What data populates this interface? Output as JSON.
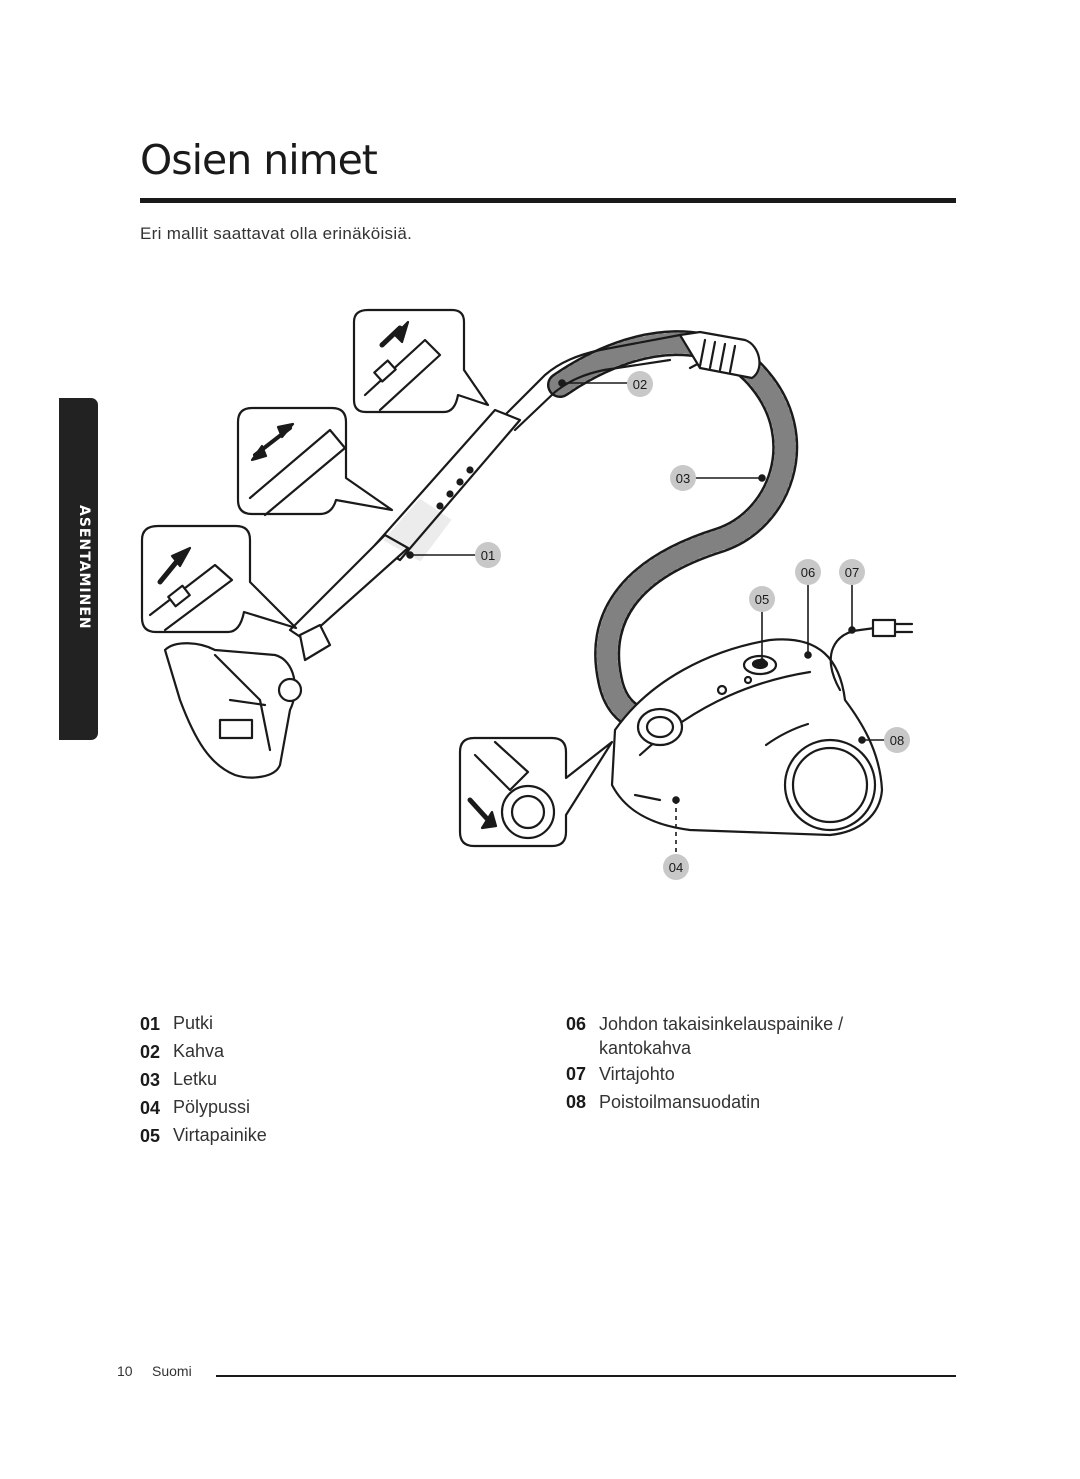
{
  "title": "Osien nimet",
  "subtitle": "Eri mallit saattavat olla erinäköisiä.",
  "side_tab": "ASENTAMINEN",
  "callouts": {
    "c01": "01",
    "c02": "02",
    "c03": "03",
    "c04": "04",
    "c05": "05",
    "c06": "06",
    "c07": "07",
    "c08": "08"
  },
  "legend_left": [
    {
      "num": "01",
      "text": "Putki"
    },
    {
      "num": "02",
      "text": "Kahva"
    },
    {
      "num": "03",
      "text": "Letku"
    },
    {
      "num": "04",
      "text": "Pölypussi"
    },
    {
      "num": "05",
      "text": "Virtapainike"
    }
  ],
  "legend_right": [
    {
      "num": "06",
      "text": "Johdon takaisinkelauspainike / kantokahva"
    },
    {
      "num": "07",
      "text": "Virtajohto"
    },
    {
      "num": "08",
      "text": "Poistoilmansuodatin"
    }
  ],
  "footer": {
    "page": "10",
    "language": "Suomi"
  },
  "colors": {
    "ink": "#1a1a1a",
    "callout_fill": "#c8c8c8",
    "tab_fill": "#222222"
  }
}
